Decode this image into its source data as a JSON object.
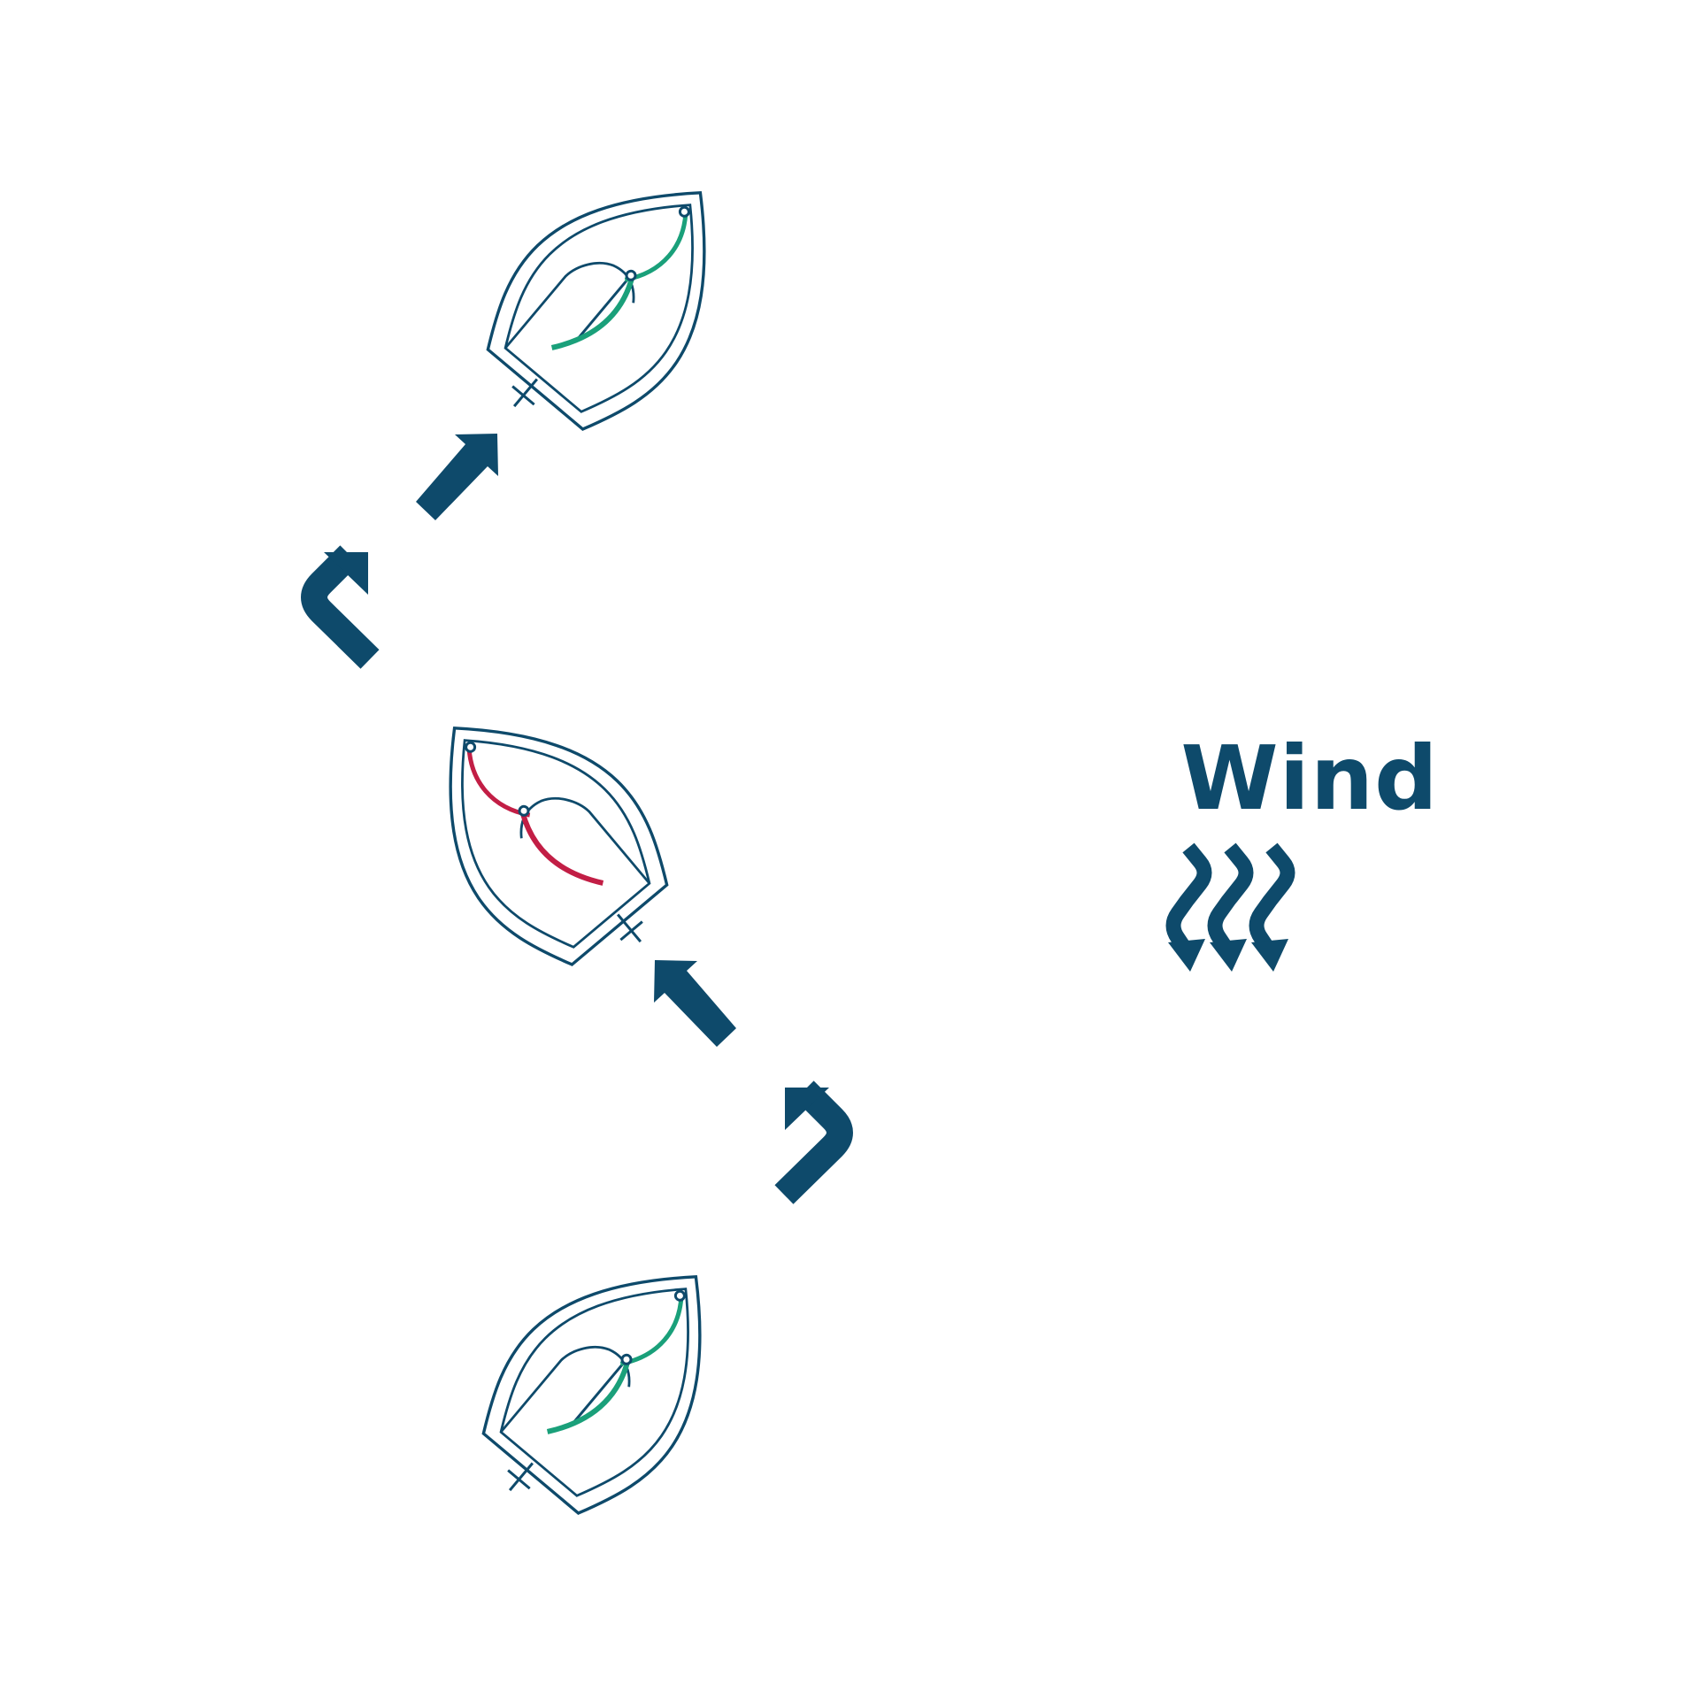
{
  "diagram": {
    "wind": {
      "label": "Wind"
    },
    "boats": [
      {
        "name": "boat-top",
        "tack": "starboard",
        "sail_color": "green"
      },
      {
        "name": "boat-middle",
        "tack": "port",
        "sail_color": "red"
      },
      {
        "name": "boat-bottom",
        "tack": "starboard",
        "sail_color": "green"
      }
    ],
    "arrows": [
      {
        "name": "straight-arrow-upper",
        "kind": "straight"
      },
      {
        "name": "turn-arrow-upper",
        "kind": "turn"
      },
      {
        "name": "straight-arrow-lower",
        "kind": "straight"
      },
      {
        "name": "turn-arrow-lower",
        "kind": "turn"
      }
    ]
  },
  "colors": {
    "navy": "#0e4a6b",
    "green": "#1aa07a",
    "red": "#c21e45",
    "background": "#ffffff"
  }
}
